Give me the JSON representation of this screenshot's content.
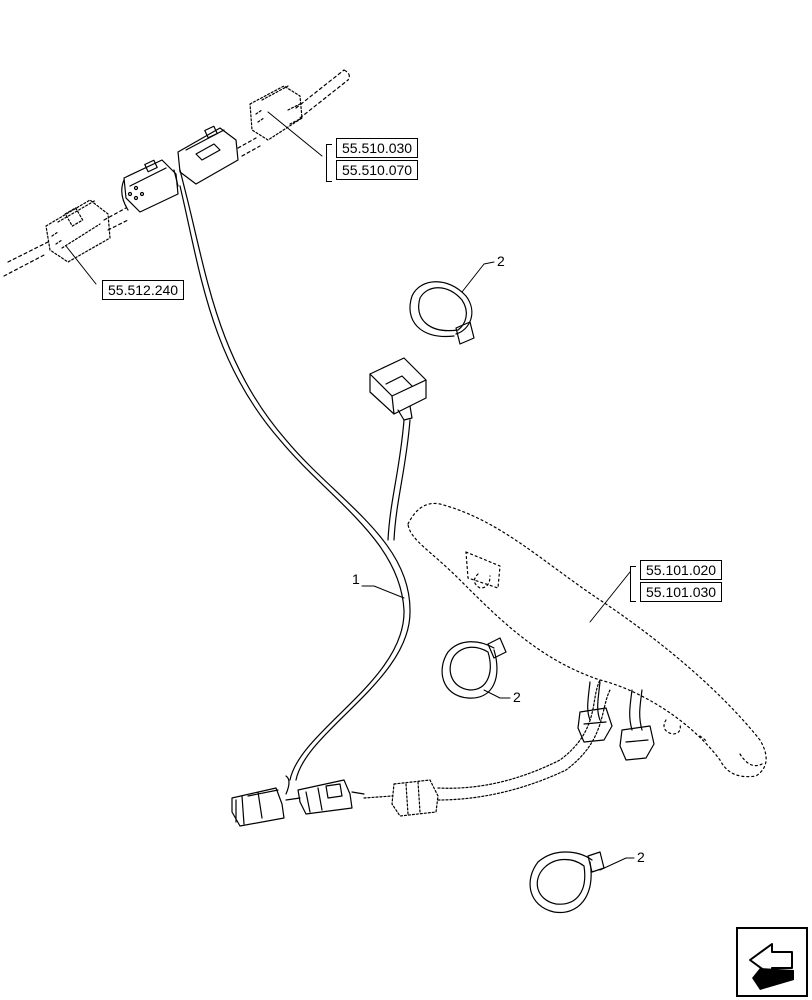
{
  "references": {
    "connector_upper_a": "55.510.030",
    "connector_upper_b": "55.510.070",
    "connector_left": "55.512.240",
    "harness_a": "55.101.020",
    "harness_b": "55.101.030"
  },
  "callouts": {
    "harness": "1",
    "strap_top": "2",
    "strap_middle": "2",
    "strap_bottom": "2"
  },
  "icons": {
    "nav": "next-page-arrow-icon"
  }
}
